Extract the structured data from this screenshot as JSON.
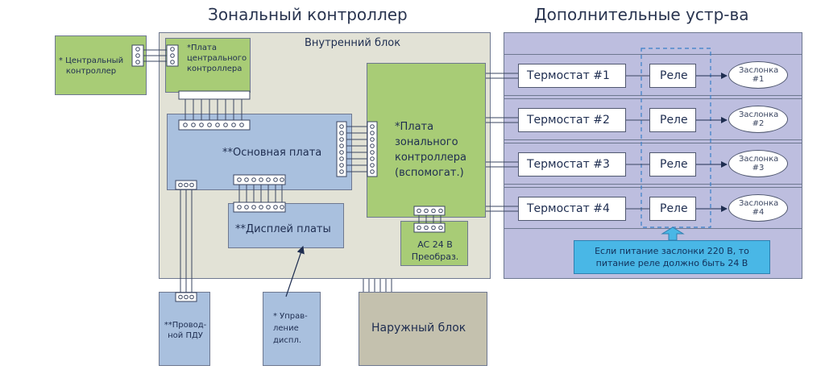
{
  "titles": {
    "zone_controller": "Зональный контроллер",
    "extra_devices": "Дополнительные устр-ва"
  },
  "blocks": {
    "indoor_unit": "Внутренний блок",
    "central_controller": "* Центральный контроллер",
    "central_board": "*Плата центрального контроллера",
    "main_board": "**Основная плата",
    "zone_board": "*Плата зонального контроллера (вспомогат.)",
    "display_board": "**Дисплей платы",
    "ac_converter": "AC 24 В Преобраз.",
    "wired_remote": "**Провод- ной ПДУ",
    "display_control": "* Управ- ление диспл.",
    "outdoor_unit": "Наружный блок"
  },
  "zones": [
    {
      "thermostat": "Термостат #1",
      "relay": "Реле",
      "damper": "Заслонка #1"
    },
    {
      "thermostat": "Термостат #2",
      "relay": "Реле",
      "damper": "Заслонка #2"
    },
    {
      "thermostat": "Термостат #3",
      "relay": "Реле",
      "damper": "Заслонка #3"
    },
    {
      "thermostat": "Термостат #4",
      "relay": "Реле",
      "damper": "Заслонка #4"
    }
  ],
  "note": "Если питание заслонки 220 В, то питание реле должно быть 24 В",
  "colors": {
    "indoor_bg": "#e2e2d6",
    "green": "#a8cc76",
    "blue": "#a9c0de",
    "lavender": "#bdbedf",
    "outdoor": "#c4c1ae",
    "note_bg": "#49b7e6"
  }
}
